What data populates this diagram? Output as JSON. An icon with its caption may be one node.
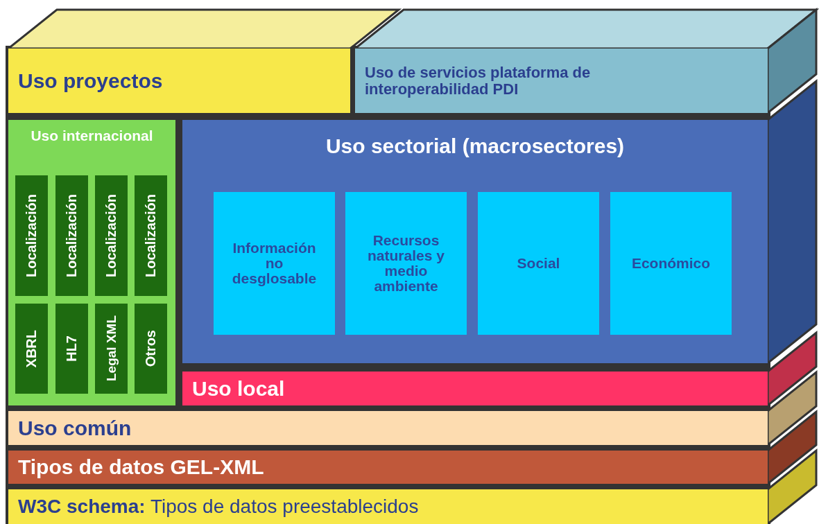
{
  "diagram": {
    "nodes": [
      {
        "text": [
          "Uso proyectos"
        ]
      },
      {
        "text": [
          "Uso de servicios plataforma de interoperabilidad PDI"
        ]
      },
      {
        "text": [
          "Uso internacional"
        ]
      },
      {
        "text": [
          "Localización"
        ],
        "in": 2
      },
      {
        "text": [
          "Localización"
        ],
        "in": 2
      },
      {
        "text": [
          "Localización"
        ],
        "in": 2
      },
      {
        "text": [
          "Localización"
        ],
        "in": 2
      },
      {
        "text": [
          "XBRL"
        ],
        "in": 2
      },
      {
        "text": [
          "HL7"
        ],
        "in": 2
      },
      {
        "text": [
          "Legal XML"
        ],
        "in": 2
      },
      {
        "text": [
          "Otros"
        ],
        "in": 2
      },
      {
        "text": [
          "Uso sectorial (macrosectores)"
        ]
      },
      {
        "text": [
          "Información no desglosable"
        ],
        "in": 11
      },
      {
        "text": [
          "Recursos naturales y medio ambiente"
        ],
        "in": 11
      },
      {
        "text": [
          "Social"
        ],
        "in": 11
      },
      {
        "text": [
          "Económico"
        ],
        "in": 11
      },
      {
        "text": [
          "Uso local"
        ]
      },
      {
        "text": [
          "Uso común"
        ]
      },
      {
        "text": [
          "Tipos de datos GEL-XML"
        ]
      },
      {
        "text": [
          "**W3C schema:** Tipos de datos preestablecidos"
        ]
      }
    ]
  }
}
